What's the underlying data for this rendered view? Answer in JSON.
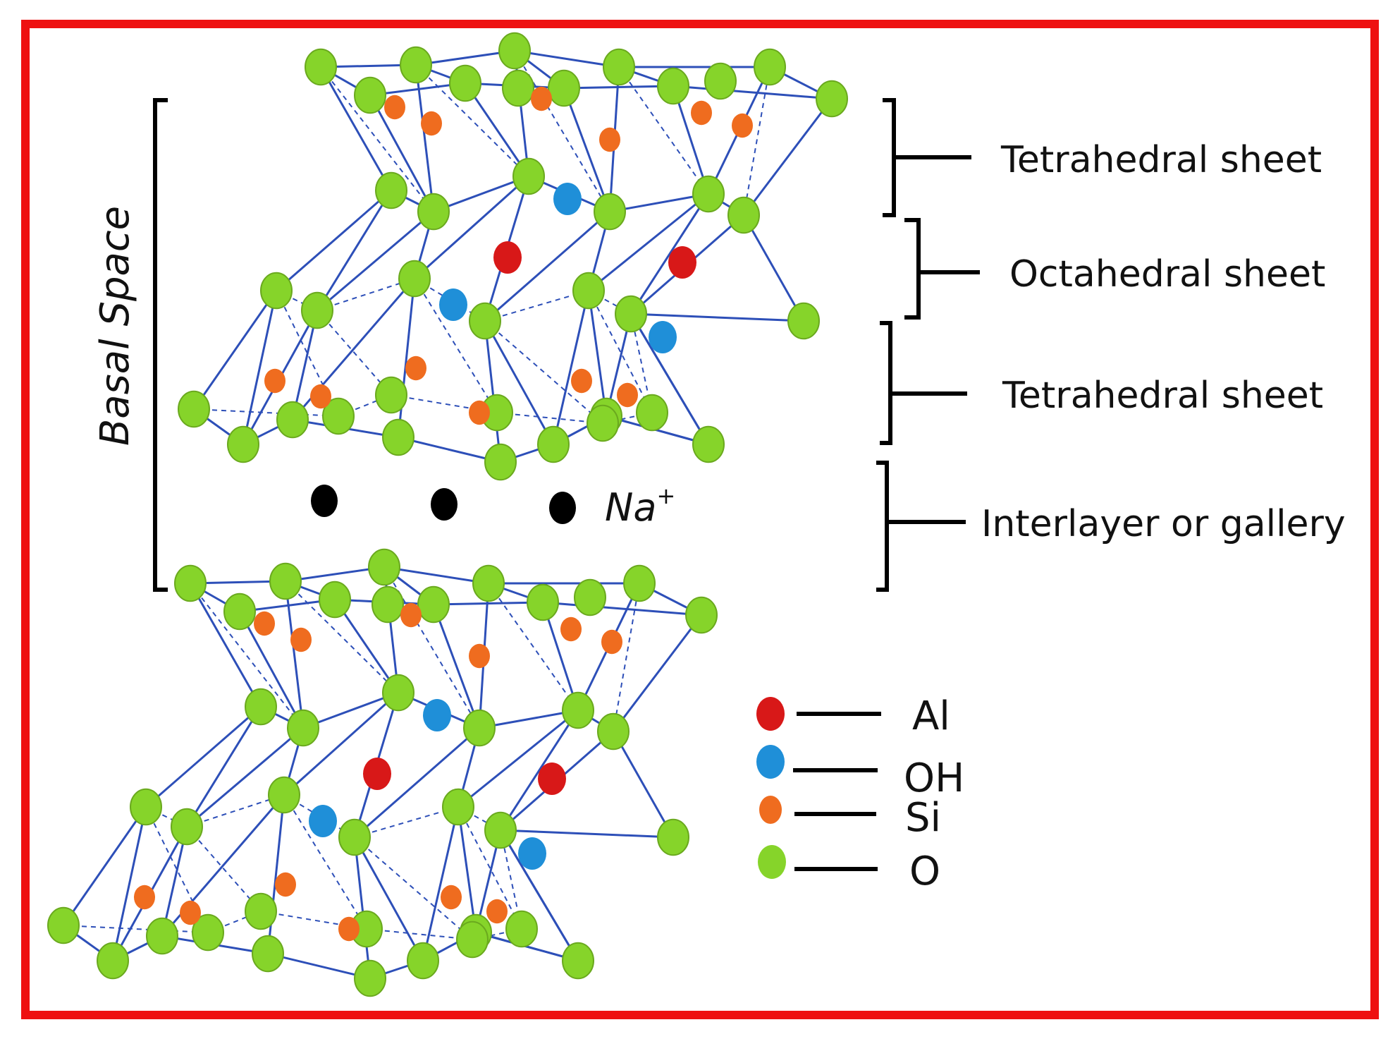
{
  "colors": {
    "frame": "#ee1111",
    "bond": "#2d4fb8",
    "O": "#86d42a",
    "Si": "#ef6c1f",
    "Al": "#d81818",
    "OH": "#1f8fd8",
    "Na": "#000000"
  },
  "labels": {
    "tetrahedral_top": "Tetrahedral sheet",
    "octahedral": "Octahedral sheet",
    "tetrahedral_bottom": "Tetrahedral  sheet",
    "interlayer": "Interlayer or gallery",
    "basal_space": "Basal Space",
    "na_ion": "Na",
    "na_charge": "+"
  },
  "legend": [
    {
      "element": "Al",
      "label": "Al",
      "color": "#d81818"
    },
    {
      "element": "OH",
      "label": "OH",
      "color": "#1f8fd8"
    },
    {
      "element": "Si",
      "label": "Si",
      "color": "#ef6c1f"
    },
    {
      "element": "O",
      "label": "O",
      "color": "#86d42a"
    }
  ]
}
